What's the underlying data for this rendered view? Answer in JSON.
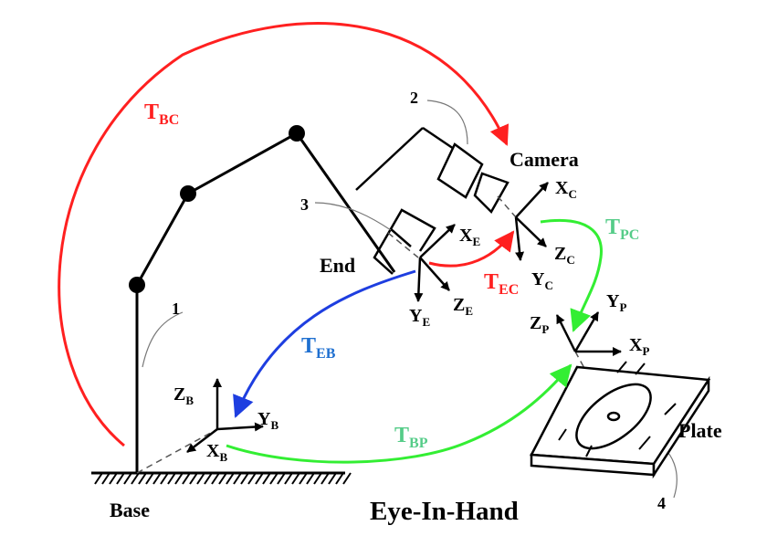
{
  "title": "Eye-In-Hand",
  "labels": {
    "base": "Base",
    "end": "End",
    "camera": "Camera",
    "plate": "Plate"
  },
  "callouts": {
    "n1": "1",
    "n2": "2",
    "n3": "3",
    "n4": "4"
  },
  "transforms": {
    "tbc": {
      "main": "T",
      "sub": "BC",
      "color": "#ff2020"
    },
    "tec": {
      "main": "T",
      "sub": "EC",
      "color": "#ff2020"
    },
    "teb": {
      "main": "T",
      "sub": "EB",
      "color": "#1e6fd0"
    },
    "tpc": {
      "main": "T",
      "sub": "PC",
      "color": "#55cc88"
    },
    "tbp": {
      "main": "T",
      "sub": "BP",
      "color": "#55cc88"
    }
  },
  "axes": {
    "base": {
      "x": "X",
      "x_sub": "B",
      "y": "Y",
      "y_sub": "B",
      "z": "Z",
      "z_sub": "B"
    },
    "end": {
      "x": "X",
      "x_sub": "E",
      "y": "Y",
      "y_sub": "E",
      "z": "Z",
      "z_sub": "E"
    },
    "camera": {
      "x": "X",
      "x_sub": "C",
      "y": "Y",
      "y_sub": "C",
      "z": "Z",
      "z_sub": "C"
    },
    "plate": {
      "x": "X",
      "x_sub": "P",
      "y": "Y",
      "y_sub": "P",
      "z": "Z",
      "z_sub": "P"
    }
  },
  "colors": {
    "red": "#ff2020",
    "blue": "#1e6fd0",
    "green": "#33ee33",
    "ink": "#000000"
  }
}
